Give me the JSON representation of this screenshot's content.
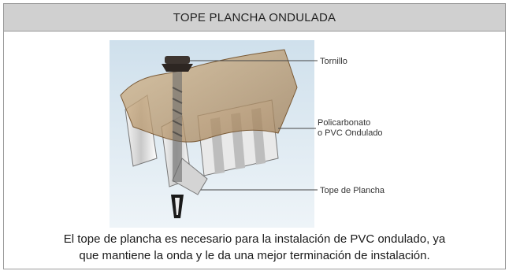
{
  "header": {
    "title": "TOPE PLANCHA ONDULADA"
  },
  "figure": {
    "labels": {
      "screw": "Tornillo",
      "sheet_line1": "Policarbonato",
      "sheet_line2": "o PVC Ondulado",
      "stop": "Tope de Plancha"
    }
  },
  "caption": {
    "line1": "El tope de plancha es necesario para la instalación de PVC ondulado, ya",
    "line2": "que mantiene la onda y le da una mejor terminación de instalación."
  }
}
